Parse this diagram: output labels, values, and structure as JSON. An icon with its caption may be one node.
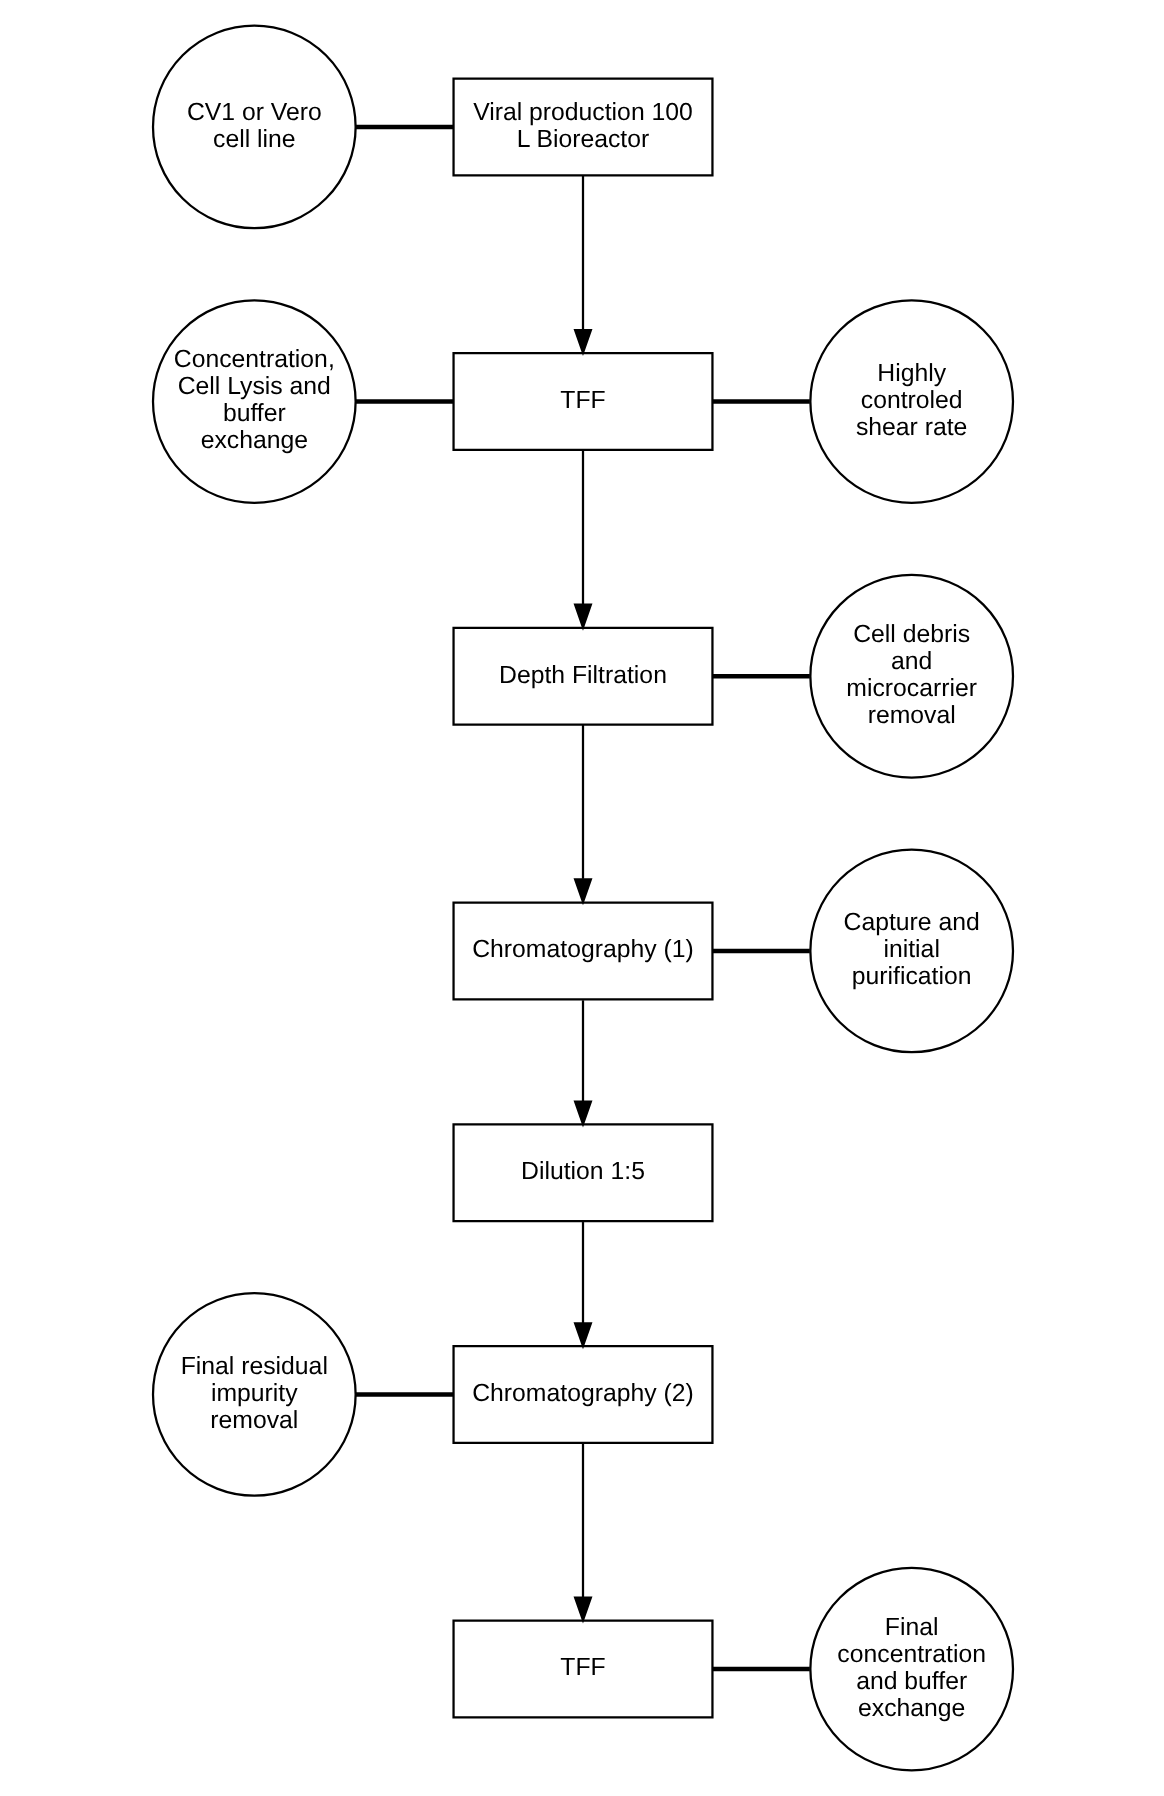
{
  "diagram": {
    "nodes": [
      {
        "text": [
          "CV1 or Vero cell line"
        ]
      },
      {
        "text": [
          "Viral production 100 L Bioreactor"
        ]
      },
      {
        "text": [
          "Concentration, Cell Lysis and buffer exchange"
        ]
      },
      {
        "text": [
          "TFF"
        ]
      },
      {
        "text": [
          "Highly controled shear rate"
        ]
      },
      {
        "text": [
          "Depth Filtration"
        ]
      },
      {
        "text": [
          "Cell debris and microcarrier removal"
        ]
      },
      {
        "text": [
          "Chromatography (1)"
        ]
      },
      {
        "text": [
          "Capture and initial purification"
        ]
      },
      {
        "text": [
          "Dilution 1:5"
        ]
      },
      {
        "text": [
          "Final residual impurity removal"
        ]
      },
      {
        "text": [
          "Chromatography (2)"
        ]
      },
      {
        "text": [
          "TFF"
        ]
      },
      {
        "text": [
          "Final concentration and buffer exchange"
        ]
      }
    ],
    "edges": [
      {
        "from": 0,
        "to": 1,
        "arrow": "none"
      },
      {
        "from": 1,
        "to": 3,
        "arrow": "to"
      },
      {
        "from": 2,
        "to": 3,
        "arrow": "none"
      },
      {
        "from": 3,
        "to": 4,
        "arrow": "none"
      },
      {
        "from": 3,
        "to": 5,
        "arrow": "to"
      },
      {
        "from": 5,
        "to": 6,
        "arrow": "none"
      },
      {
        "from": 5,
        "to": 7,
        "arrow": "to"
      },
      {
        "from": 7,
        "to": 8,
        "arrow": "none"
      },
      {
        "from": 7,
        "to": 9,
        "arrow": "to"
      },
      {
        "from": 9,
        "to": 11,
        "arrow": "to"
      },
      {
        "from": 10,
        "to": 11,
        "arrow": "none"
      },
      {
        "from": 11,
        "to": 12,
        "arrow": "to"
      },
      {
        "from": 12,
        "to": 13,
        "arrow": "none"
      }
    ]
  }
}
